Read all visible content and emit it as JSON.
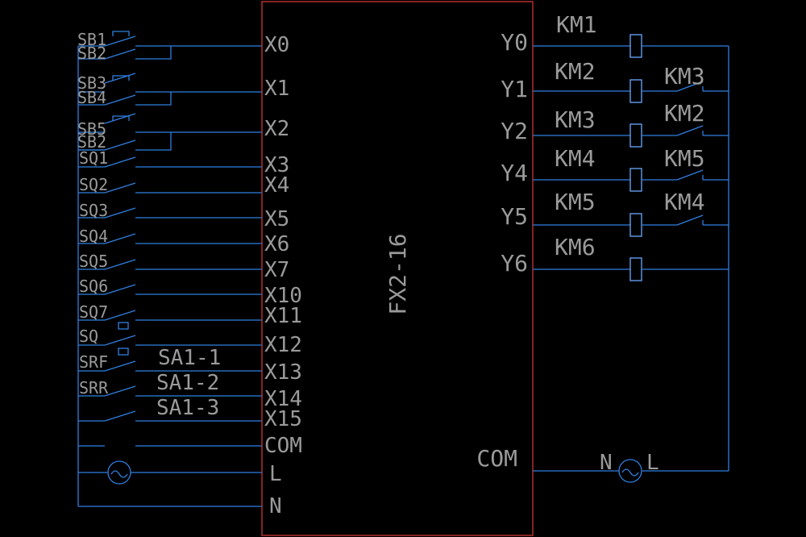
{
  "colors": {
    "background": "#000000",
    "wire": "#2f7fe0",
    "plc_border": "#e03a3a",
    "label": "#9a9a9a",
    "coil_line": "#6aa8ff"
  },
  "plc": {
    "model": "FX2-16",
    "inputs": [
      "X0",
      "X1",
      "X2",
      "X3",
      "X4",
      "X5",
      "X6",
      "X7",
      "X10",
      "X11",
      "X12",
      "X13",
      "X14",
      "X15"
    ],
    "input_com": "COM",
    "power_l": "L",
    "power_n": "N",
    "outputs": [
      "Y0",
      "Y1",
      "Y2",
      "Y4",
      "Y5",
      "Y6"
    ],
    "output_com": "COM"
  },
  "input_devices": [
    "SB1",
    "SB2",
    "SB3",
    "SB4",
    "SB5",
    "SB2",
    "SQ1",
    "SQ2",
    "SQ3",
    "SQ4",
    "SQ5",
    "SQ6",
    "SQ7",
    "SQ",
    "SRF",
    "SRR"
  ],
  "selector_labels": [
    "SA1-1",
    "SA1-2",
    "SA1-3"
  ],
  "output_coils": [
    "KM1",
    "KM2",
    "KM3",
    "KM4",
    "KM5",
    "KM6"
  ],
  "interlock_contacts": [
    "KM3",
    "KM2",
    "KM5",
    "KM4"
  ],
  "output_power": {
    "n": "N",
    "l": "L"
  }
}
